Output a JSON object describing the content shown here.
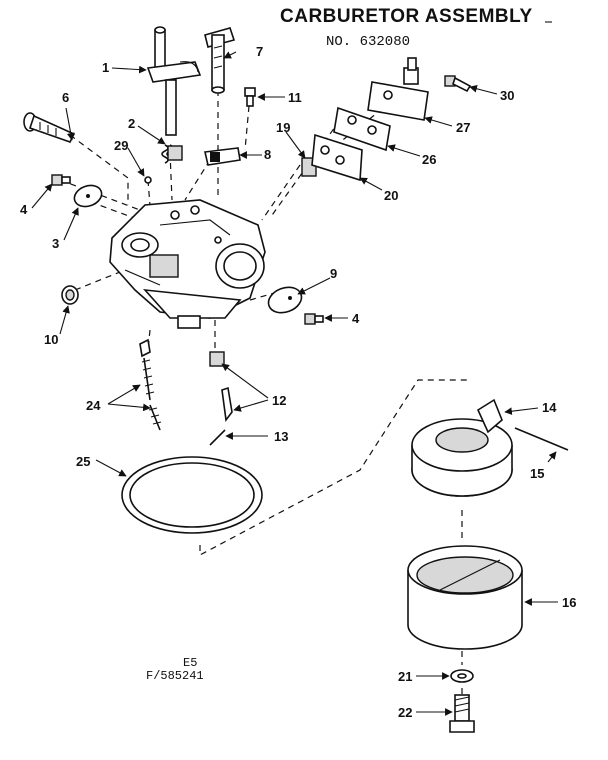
{
  "title": "CARBURETOR ASSEMBLY",
  "model_number": "NO. 632080",
  "footer_code_1": "E5",
  "footer_code_2": "F/585241",
  "callouts": {
    "c1": "1",
    "c2": "2",
    "c3": "3",
    "c4a": "4",
    "c4b": "4",
    "c6": "6",
    "c7": "7",
    "c8": "8",
    "c9": "9",
    "c10": "10",
    "c11": "11",
    "c12": "12",
    "c13": "13",
    "c14": "14",
    "c15": "15",
    "c16": "16",
    "c19": "19",
    "c20": "20",
    "c21": "21",
    "c22": "22",
    "c24": "24",
    "c25": "25",
    "c26": "26",
    "c27": "27",
    "c29": "29",
    "c30": "30"
  }
}
